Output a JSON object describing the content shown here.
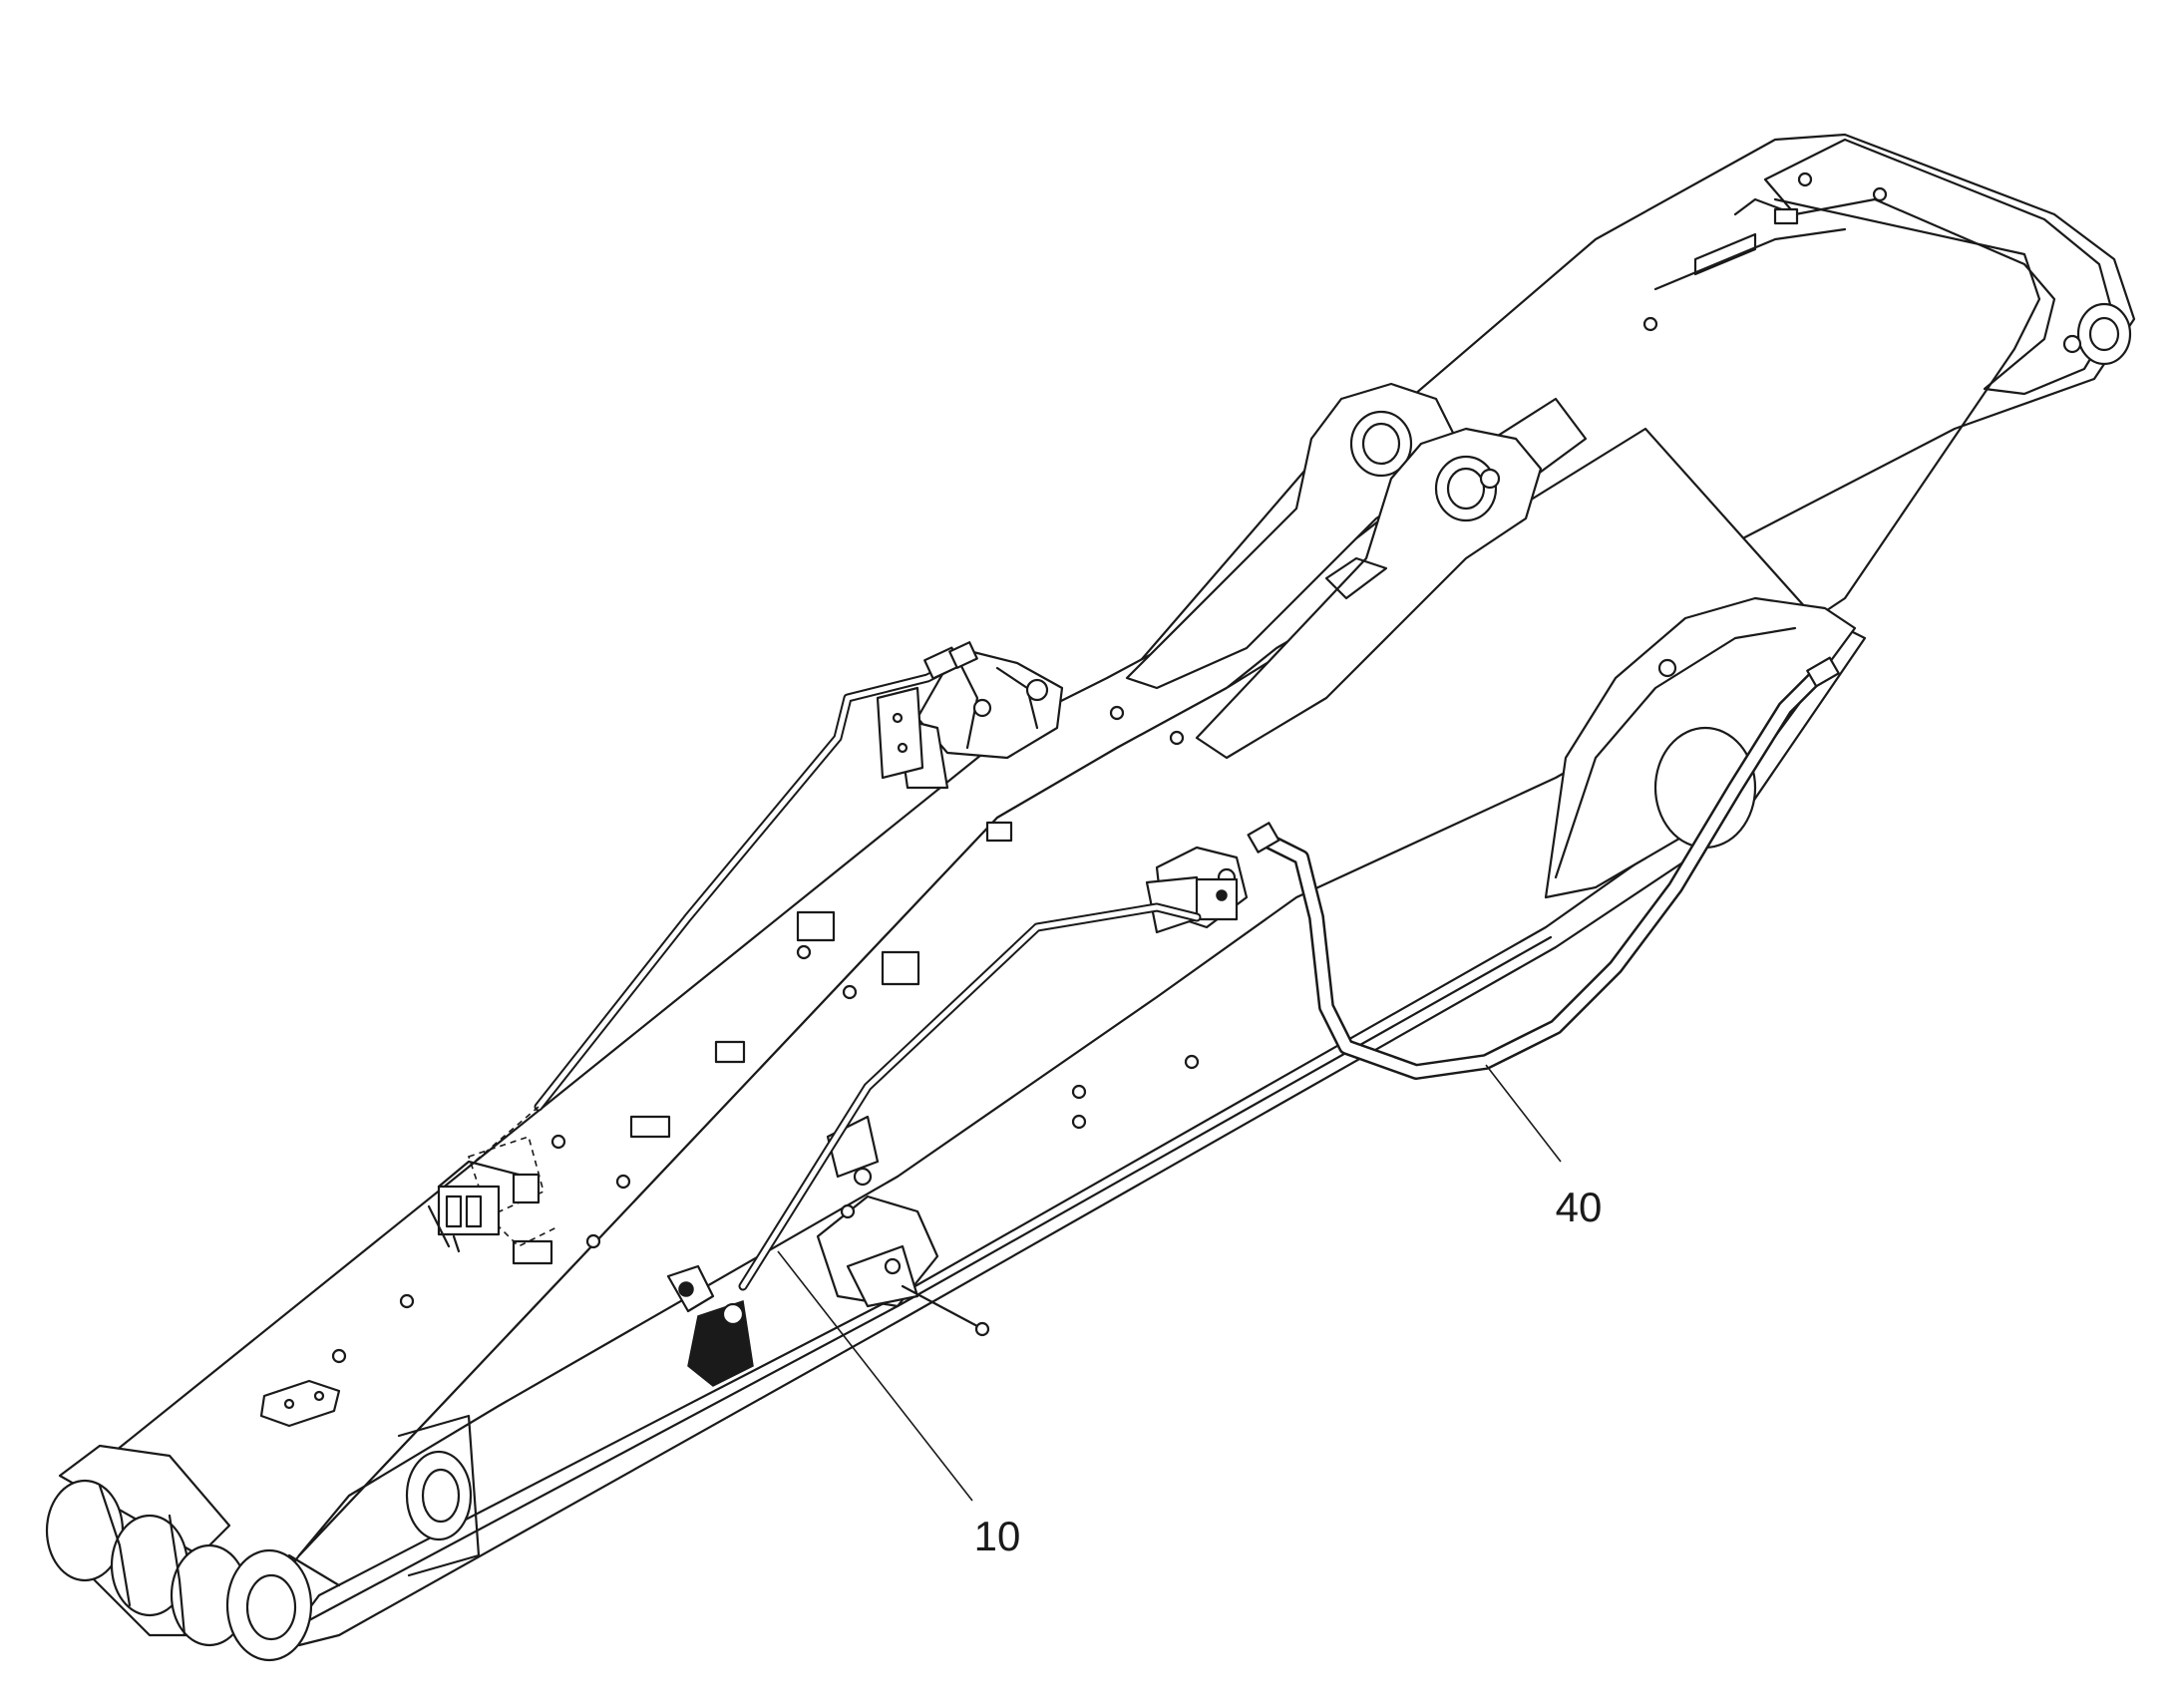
{
  "callouts": [
    {
      "id": "10",
      "text": "10"
    },
    {
      "id": "40",
      "text": "40"
    }
  ],
  "colors": {
    "line": "#1a1a1a",
    "background": "#ffffff"
  }
}
